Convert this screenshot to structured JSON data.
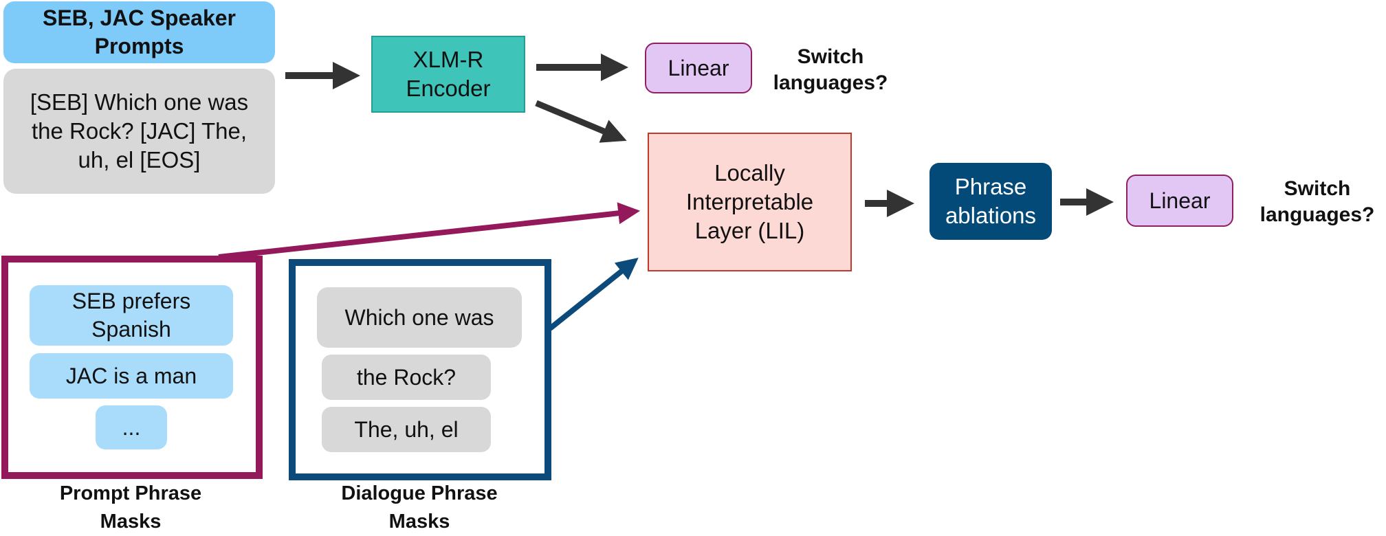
{
  "speaker_prompts_label": "SEB, JAC Speaker Prompts",
  "input_text": "[SEB] Which one was the Rock? [JAC] The, uh, el [EOS]",
  "encoder_label": "XLM-R Encoder",
  "linear_top_label": "Linear",
  "switch_top_label": "Switch languages?",
  "lil_label": "Locally Interpretable Layer (LIL)",
  "phrase_ablations_label": "Phrase ablations",
  "linear_bottom_label": "Linear",
  "switch_bottom_label": "Switch languages?",
  "prompt_masks": {
    "items": [
      "SEB prefers Spanish",
      "JAC is a man",
      "..."
    ],
    "caption": "Prompt Phrase Masks"
  },
  "dialogue_masks": {
    "items": [
      "Which one was",
      "the Rock?",
      "The, uh, el"
    ],
    "caption": "Dialogue Phrase Masks"
  },
  "colors": {
    "arrow_dark": "#333333",
    "arrow_magenta": "#93195a",
    "arrow_blue": "#0b4a7a",
    "encoder": "#3ec4b8",
    "linear": "#e2c7f5",
    "lil": "#fdd9d6",
    "phrase_ablations": "#034a79",
    "prompt_box": "#7ecbfa",
    "gray_box": "#d8d8d8"
  }
}
